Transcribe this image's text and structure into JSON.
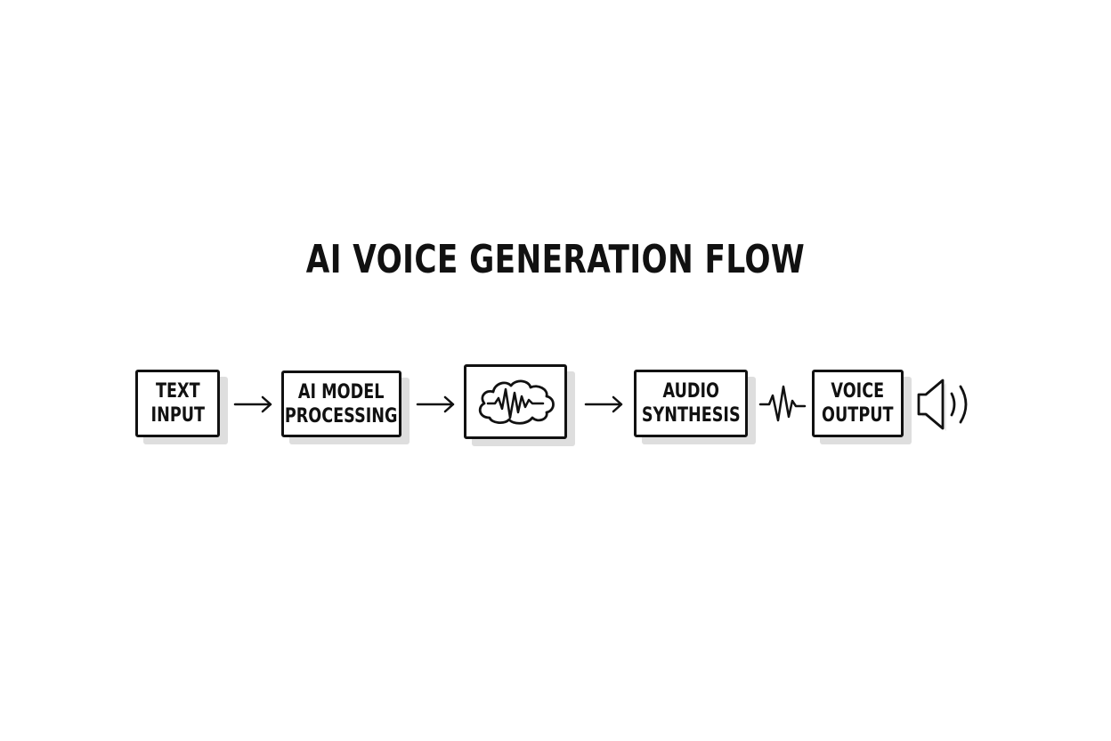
{
  "diagram": {
    "title": "AI VOICE GENERATION FLOW",
    "nodes": [
      {
        "id": "text-input",
        "label": "TEXT\nINPUT"
      },
      {
        "id": "ai-model-processing",
        "label": "AI MODEL\nPROCESSING"
      },
      {
        "id": "waveform-cloud",
        "label": "",
        "icon": "waveform-cloud-icon"
      },
      {
        "id": "audio-synthesis",
        "label": "AUDIO\nSYNTHESIS"
      },
      {
        "id": "voice-output",
        "label": "VOICE\nOUTPUT"
      }
    ],
    "connectors": [
      {
        "from": "text-input",
        "to": "ai-model-processing",
        "icon": "arrow-right-icon"
      },
      {
        "from": "ai-model-processing",
        "to": "waveform-cloud",
        "icon": "arrow-right-icon"
      },
      {
        "from": "waveform-cloud",
        "to": "audio-synthesis",
        "icon": "arrow-right-icon"
      },
      {
        "from": "audio-synthesis",
        "to": "voice-output",
        "icon": "sound-wave-icon"
      }
    ],
    "end_icon": "speaker-icon",
    "colors": {
      "stroke": "#111111",
      "shadow": "#dedede",
      "background": "#ffffff"
    }
  }
}
